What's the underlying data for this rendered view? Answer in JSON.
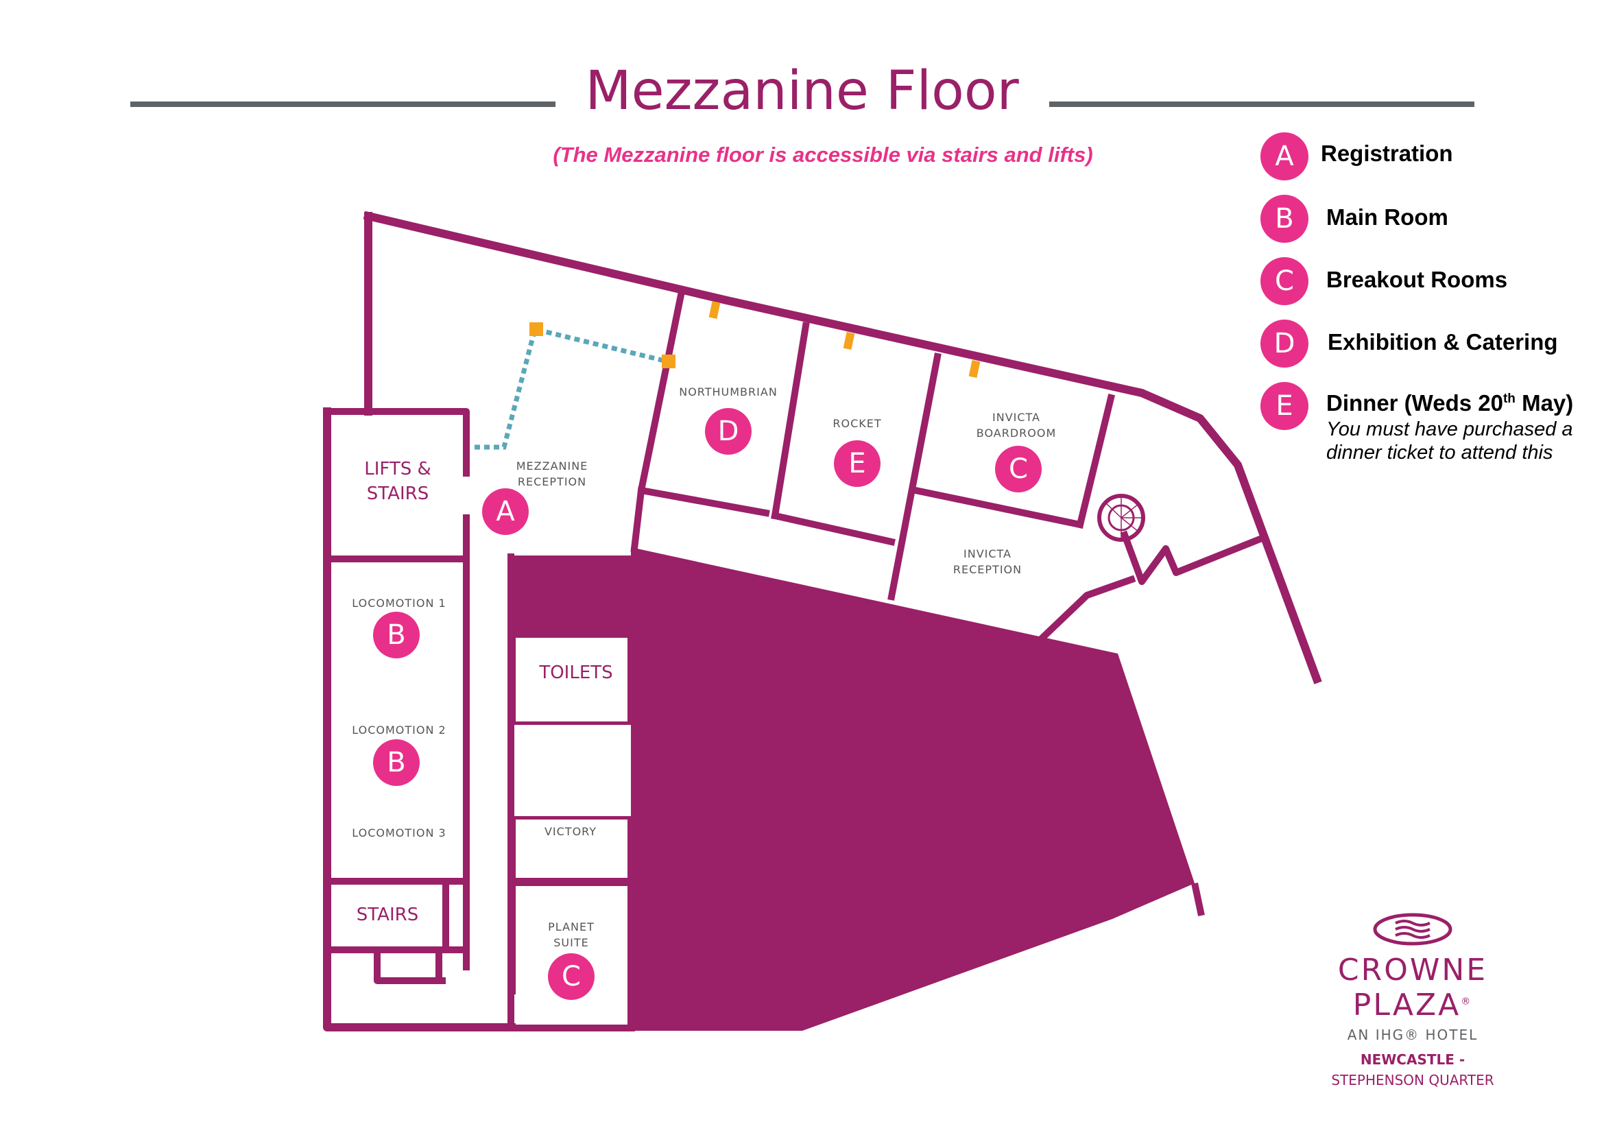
{
  "header": {
    "title": "Mezzanine Floor",
    "subtitle": "(The Mezzanine floor is accessible via stairs and lifts)"
  },
  "colors": {
    "wall": "#9a2068",
    "marker": "#e8308a",
    "rule": "#5f6366",
    "route": "#5aa7b8",
    "signage": "#f5a21d",
    "room_label": "#555555"
  },
  "legend": {
    "items": [
      {
        "letter": "A",
        "label": "Registration"
      },
      {
        "letter": "B",
        "label": "Main Room"
      },
      {
        "letter": "C",
        "label": "Breakout Rooms"
      },
      {
        "letter": "D",
        "label": "Exhibition & Catering"
      },
      {
        "letter": "E",
        "label_prefix": "Dinner (Weds 20",
        "label_sup": "th",
        "label_suffix": " May)",
        "note": "You must have purchased a dinner ticket to attend this"
      }
    ]
  },
  "rooms": {
    "lifts_stairs": {
      "line1": "LIFTS &",
      "line2": "STAIRS"
    },
    "mezzanine_reception": {
      "line1": "MEZZANINE",
      "line2": "RECEPTION",
      "marker": "A"
    },
    "locomotion_1": {
      "label": "LOCOMOTION 1",
      "marker": "B"
    },
    "locomotion_2": {
      "label": "LOCOMOTION 2",
      "marker": "B"
    },
    "locomotion_3": {
      "label": "LOCOMOTION 3"
    },
    "toilets": {
      "label": "TOILETS"
    },
    "victory": {
      "label": "VICTORY"
    },
    "stairs": {
      "label": "STAIRS"
    },
    "planet_suite": {
      "line1": "PLANET",
      "line2": "SUITE",
      "marker": "C"
    },
    "northumbrian": {
      "label": "NORTHUMBRIAN",
      "marker": "D"
    },
    "rocket": {
      "label": "ROCKET",
      "marker": "E"
    },
    "invicta_boardroom": {
      "line1": "INVICTA",
      "line2": "BOARDROOM",
      "marker": "C"
    },
    "invicta_reception": {
      "line1": "INVICTA",
      "line2": "RECEPTION"
    }
  },
  "logo": {
    "brand": "CROWNE PLAZA",
    "registered": "®",
    "tagline": "AN IHG® HOTEL",
    "location_line1": "NEWCASTLE -",
    "location_line2": "STEPHENSON QUARTER"
  }
}
